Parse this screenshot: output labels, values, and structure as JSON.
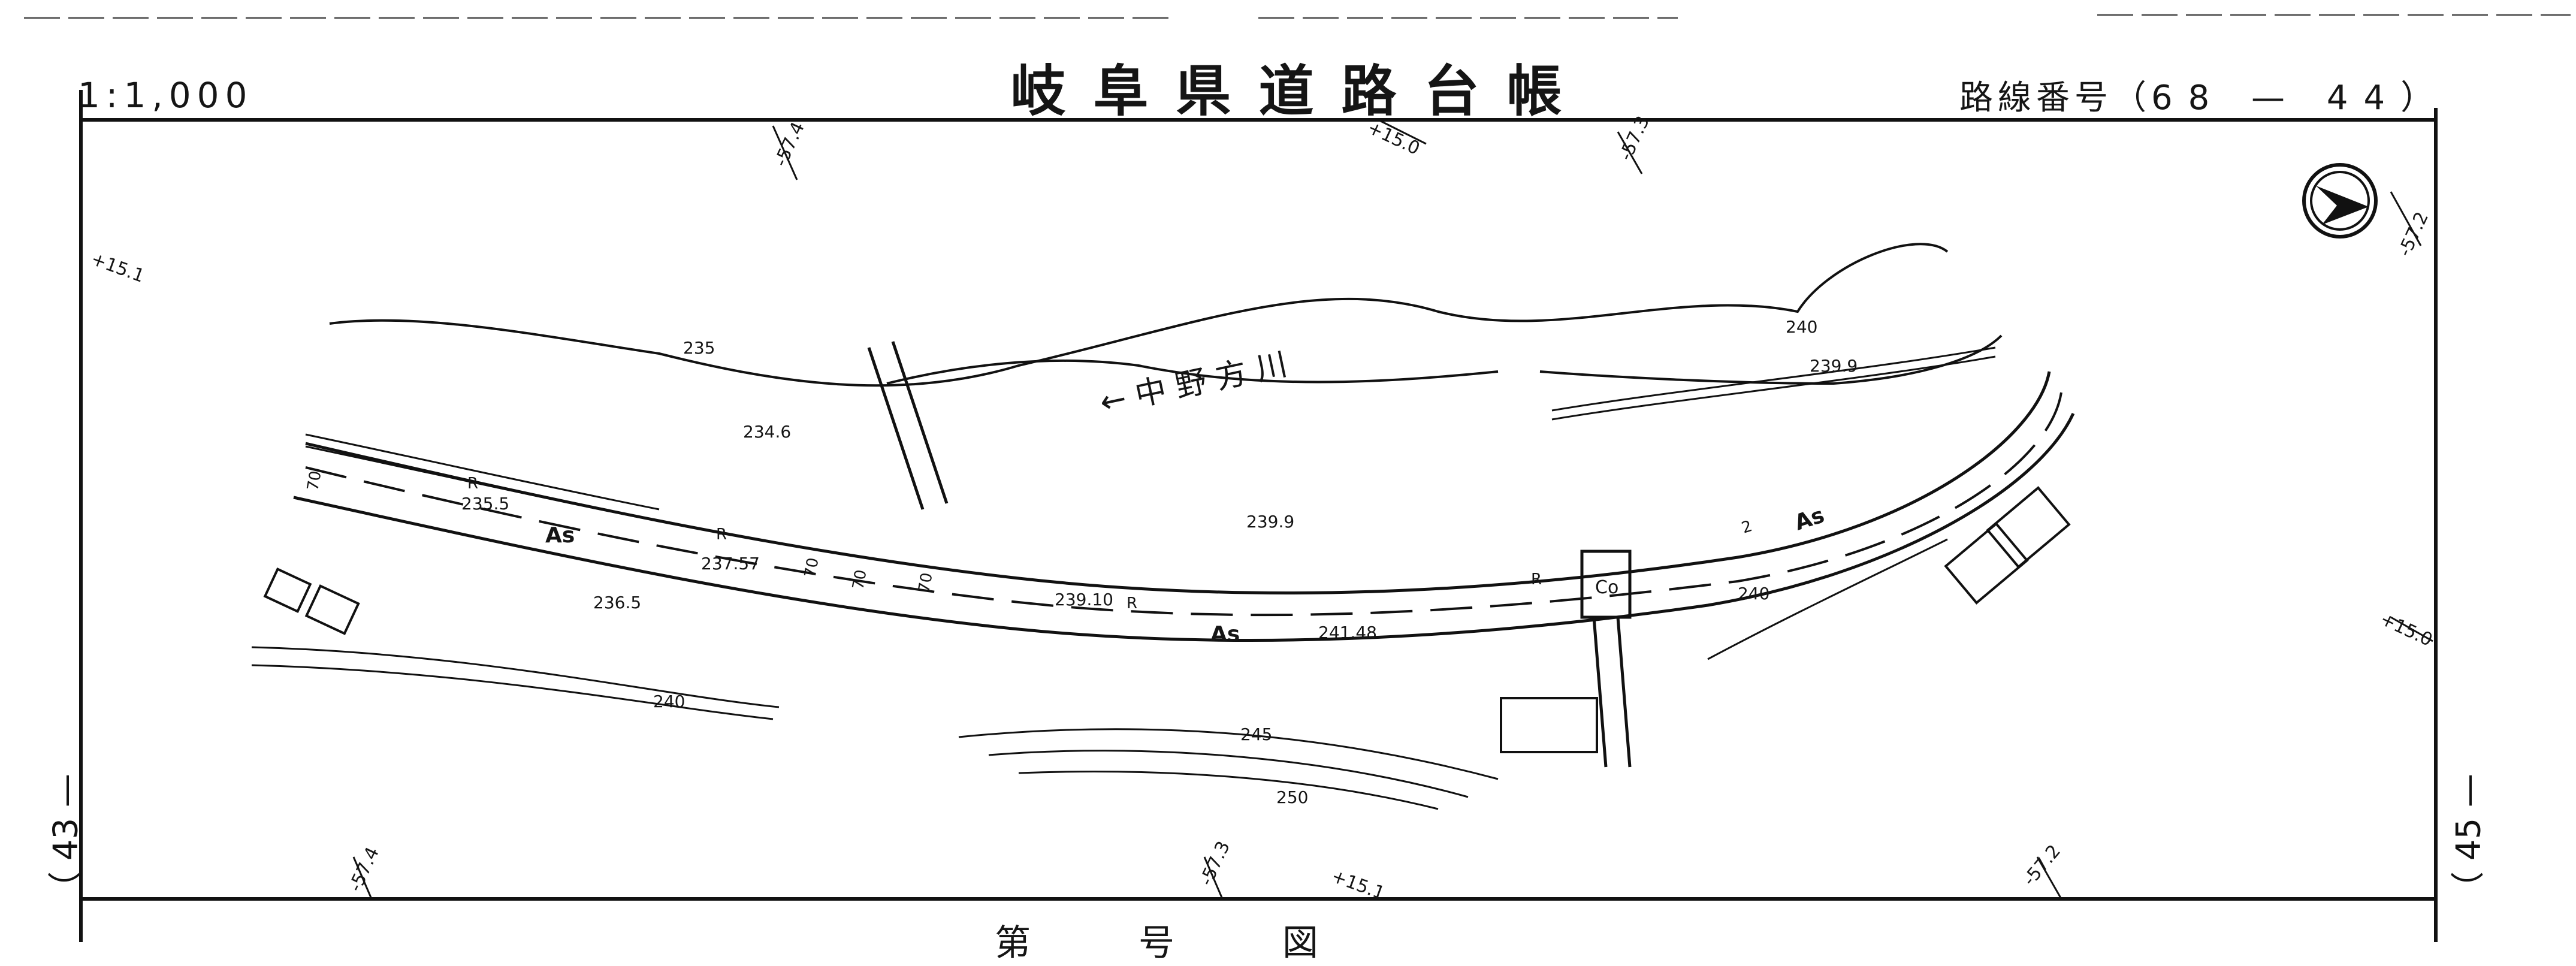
{
  "header": {
    "scale": "1:1,000",
    "title": "岐阜県道路台帳",
    "route_prefix": "路線番号（",
    "route_number": "68 — 44",
    "route_suffix": "）"
  },
  "adjacent_sheets": {
    "left": "（ 43 —",
    "right": "（ 45 —"
  },
  "map": {
    "river_name": "← 中 野 方 川",
    "north_arrow": "north-arrow-icon",
    "elevations": [
      "234.6",
      "235.5",
      "237.57",
      "236.5",
      "239.10",
      "239.9",
      "241.48",
      "239.9"
    ],
    "contours": [
      "235",
      "240",
      "240",
      "245",
      "250",
      "240"
    ],
    "grid_ticks": [
      "-57.4",
      "+15.0",
      "-57.3",
      "-57.2",
      "+15.1",
      "+15.0",
      "-57.4",
      "-57.3",
      "+15.1",
      "-57.2"
    ],
    "surface_labels": [
      "As",
      "As",
      "As",
      "Co"
    ],
    "marks": [
      "R",
      "R",
      "R",
      "R",
      "70",
      "70",
      "70",
      "70",
      "2"
    ]
  },
  "footer": {
    "caption": "第　号　図"
  },
  "colors": {
    "ink": "#151515",
    "paper": "#ffffff"
  }
}
